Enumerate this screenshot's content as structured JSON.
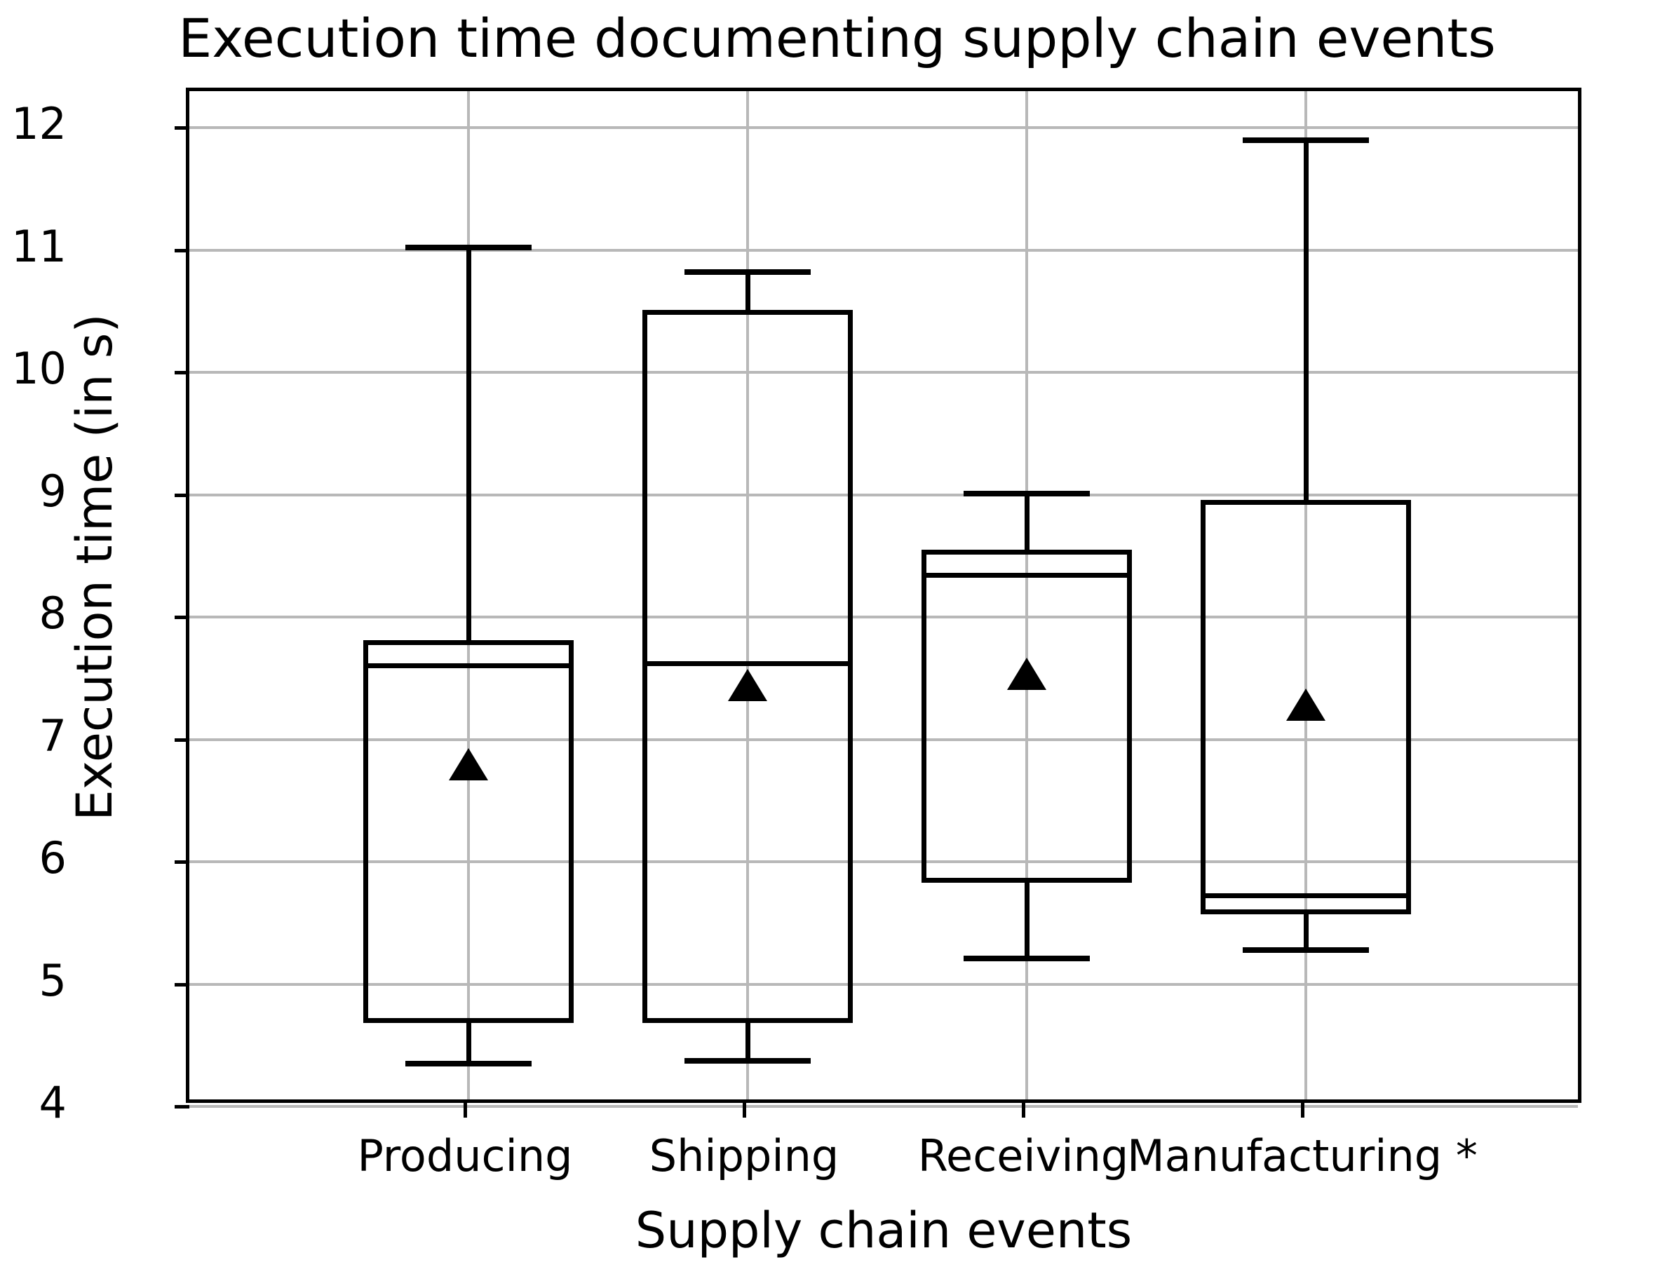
{
  "chart_data": {
    "type": "box",
    "title": "Execution time documenting supply chain events",
    "xlabel": "Supply chain events",
    "ylabel": "Execution time (in s)",
    "categories": [
      "Producing",
      "Shipping",
      "Receiving",
      "Manufacturing *"
    ],
    "ylim": [
      4,
      12.3
    ],
    "yticks": [
      4,
      5,
      6,
      7,
      8,
      9,
      10,
      11,
      12
    ],
    "ytick_labels": [
      "4",
      "5",
      "6",
      "7",
      "8",
      "9",
      "10",
      "11",
      "12"
    ],
    "grid": true,
    "legend": "none",
    "show_means": true,
    "mean_marker": "triangle",
    "boxes": [
      {
        "label": "Producing",
        "whisker_low": 4.35,
        "q1": 4.68,
        "median": 7.6,
        "q3": 7.81,
        "whisker_high": 11.02,
        "mean": 6.78
      },
      {
        "label": "Shipping",
        "whisker_low": 4.37,
        "q1": 4.68,
        "median": 7.62,
        "q3": 10.51,
        "whisker_high": 10.82,
        "mean": 7.43
      },
      {
        "label": "Receiving",
        "whisker_low": 5.21,
        "q1": 5.83,
        "median": 8.34,
        "q3": 8.55,
        "whisker_high": 9.01,
        "mean": 7.52
      },
      {
        "label": "Manufacturing *",
        "whisker_low": 5.28,
        "q1": 5.57,
        "median": 5.72,
        "q3": 8.96,
        "whisker_high": 11.9,
        "mean": 7.27
      }
    ],
    "colors": {
      "line": "#000000",
      "grid": "#b8b8b8",
      "background": "#ffffff",
      "mean_marker": "#000000"
    }
  }
}
